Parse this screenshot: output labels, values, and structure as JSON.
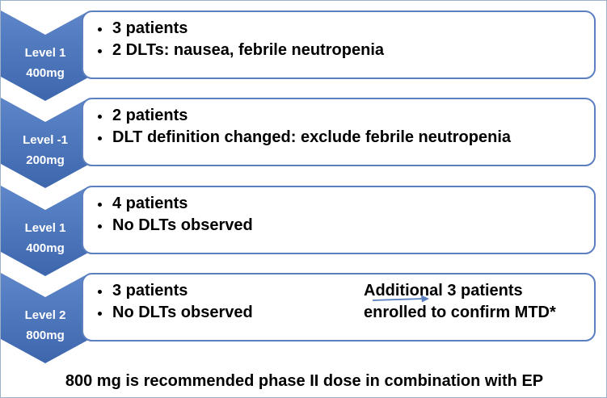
{
  "levels": [
    {
      "label_top": "Level 1",
      "label_bottom": "400mg",
      "bullets": [
        "3 patients",
        "2 DLTs: nausea, febrile neutropenia"
      ]
    },
    {
      "label_top": "Level -1",
      "label_bottom": "200mg",
      "bullets": [
        "2 patients",
        "DLT definition changed: exclude febrile neutropenia"
      ]
    },
    {
      "label_top": "Level 1",
      "label_bottom": "400mg",
      "bullets": [
        "4 patients",
        "No DLTs observed"
      ]
    },
    {
      "label_top": "Level 2",
      "label_bottom": "800mg",
      "bullets": [
        "3 patients",
        "No DLTs observed"
      ],
      "extra_line1": "Additional 3 patients",
      "extra_line2": "enrolled to confirm MTD*"
    }
  ],
  "footer": "800 mg is recommended phase II dose in combination with EP",
  "colors": {
    "chevron_top": "#5e86c9",
    "chevron_bottom": "#3d66ad",
    "box_border": "#5b7fbf",
    "frame_border": "#9db0c9",
    "arrow": "#5b7fbf"
  }
}
